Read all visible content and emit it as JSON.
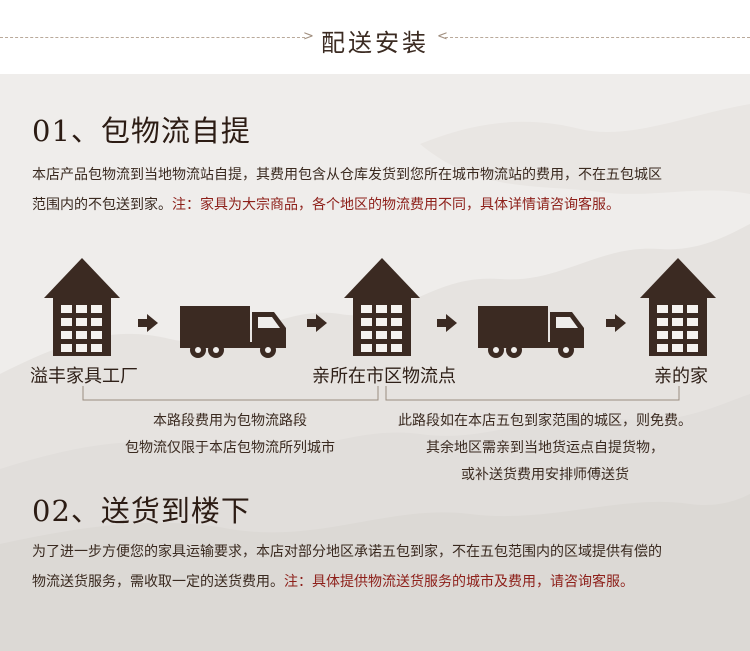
{
  "header": {
    "title": "配送安装"
  },
  "section1": {
    "title": "01、包物流自提",
    "text_line1": "本店产品包物流到当地物流站自提，其费用包含从仓库发货到您所在城市物流站的费用，不在五包城区",
    "text_line2_main": "范围内的不包送到家。",
    "text_line2_note": "注：家具为大宗商品，各个地区的物流费用不同，具体详情请咨询客服。"
  },
  "flow": {
    "nodes": [
      {
        "label": "溢丰家具工厂",
        "icon": "building-icon"
      },
      {
        "label": "亲所在市区物流点",
        "icon": "building-icon"
      },
      {
        "label": "亲的家",
        "icon": "building-icon"
      }
    ],
    "vehicle_icon": "truck-icon",
    "arrow_icon": "arrow-right-icon",
    "left_caption": [
      "本路段费用为包物流路段",
      "包物流仅限于本店包物流所列城市"
    ],
    "right_caption": [
      "此路段如在本店五包到家范围的城区，则免费。",
      "其余地区需亲到当地货运点自提货物，",
      "或补送货费用安排师傅送货"
    ]
  },
  "section2": {
    "title": "02、送货到楼下",
    "text_line1": "为了进一步方便您的家具运输要求，本店对部分地区承诺五包到家，不在五包范围内的区域提供有偿的",
    "text_line2_main": "物流送货服务，需收取一定的送货费用。",
    "text_line2_note": "注：具体提供物流送货服务的城市及费用，请咨询客服。"
  },
  "colors": {
    "dark_brown": "#3b2a22",
    "note_red": "#8d1f19",
    "panel_bg": "#efedeb"
  }
}
